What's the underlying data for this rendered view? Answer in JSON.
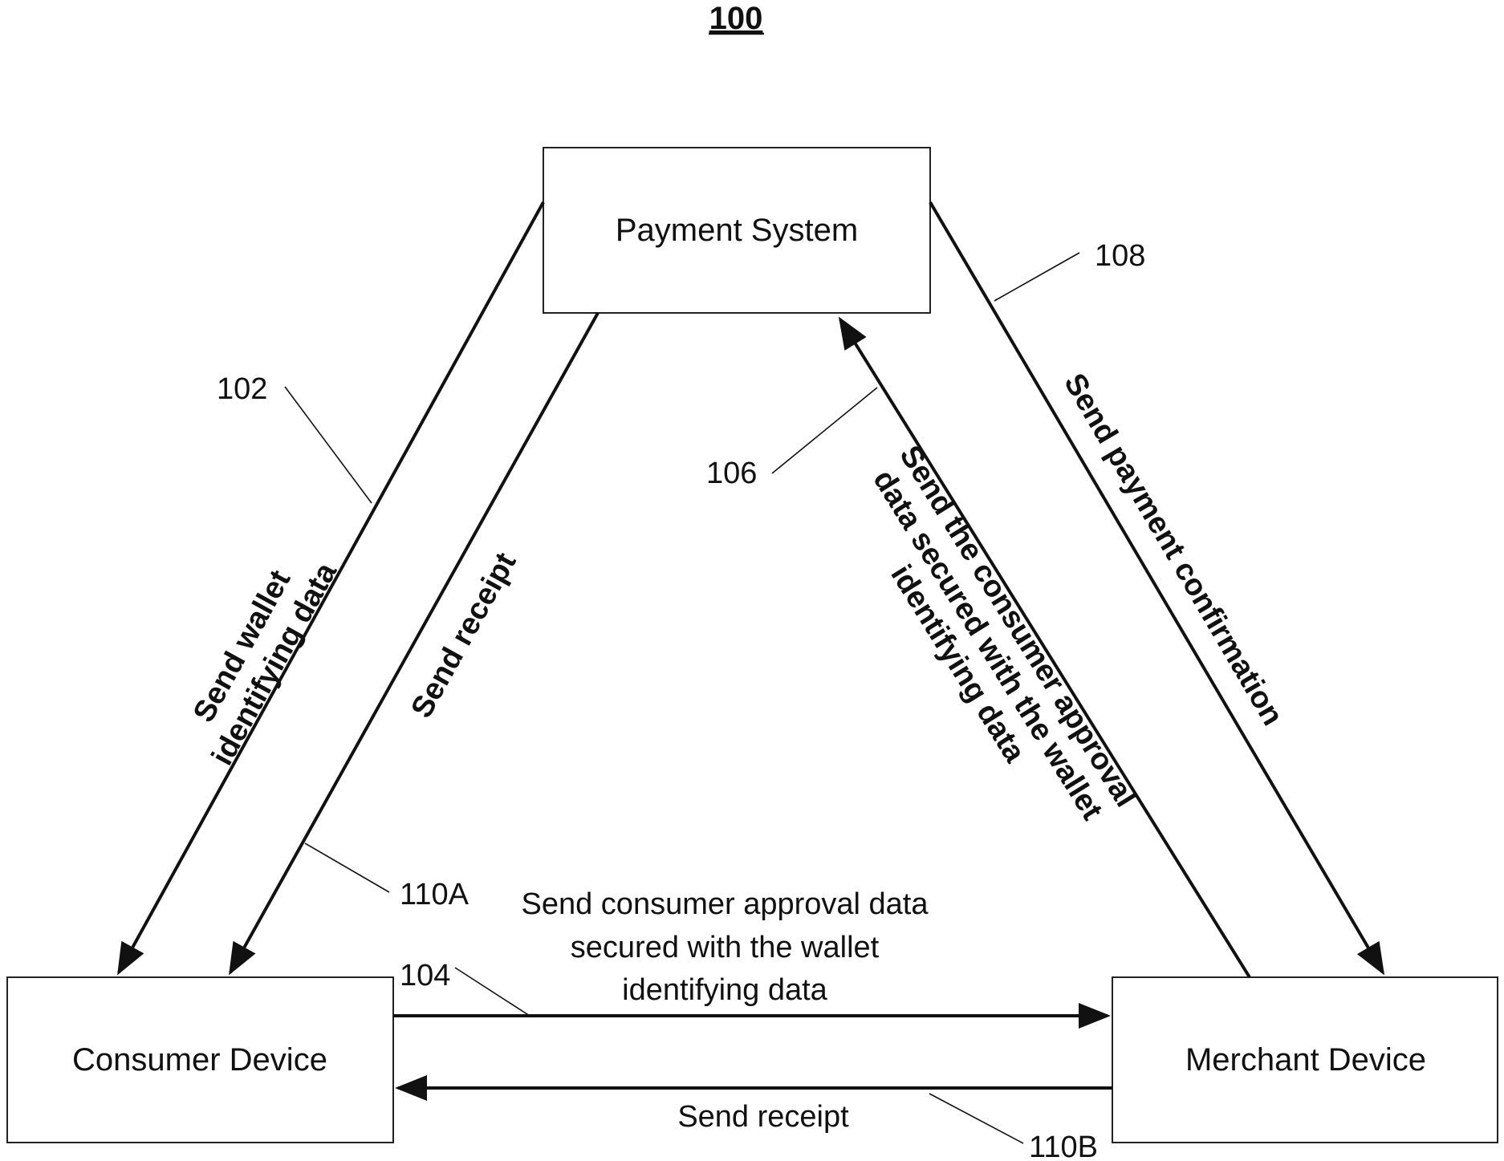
{
  "figure": {
    "number": "100"
  },
  "nodes": {
    "payment_system": "Payment System",
    "consumer_device": "Consumer Device",
    "merchant_device": "Merchant Device"
  },
  "refs": {
    "r102": "102",
    "r104": "104",
    "r106": "106",
    "r108": "108",
    "r110a": "110A",
    "r110b": "110B"
  },
  "edges": {
    "wallet_data": [
      "Send wallet",
      "identifying data"
    ],
    "receipt_ps_to_consumer": [
      "Send receipt"
    ],
    "approval_merchant_to_ps": [
      "Send the consumer approval",
      "data secured with the wallet",
      "identifying data"
    ],
    "payment_confirmation": [
      "Send payment confirmation"
    ],
    "approval_consumer_to_merchant": [
      "Send consumer approval data",
      "secured with the wallet",
      "identifying data"
    ],
    "receipt_merchant_to_consumer": [
      "Send receipt"
    ]
  },
  "colors": {
    "line": "#111111",
    "box_stroke": "#222222",
    "background": "#ffffff"
  }
}
